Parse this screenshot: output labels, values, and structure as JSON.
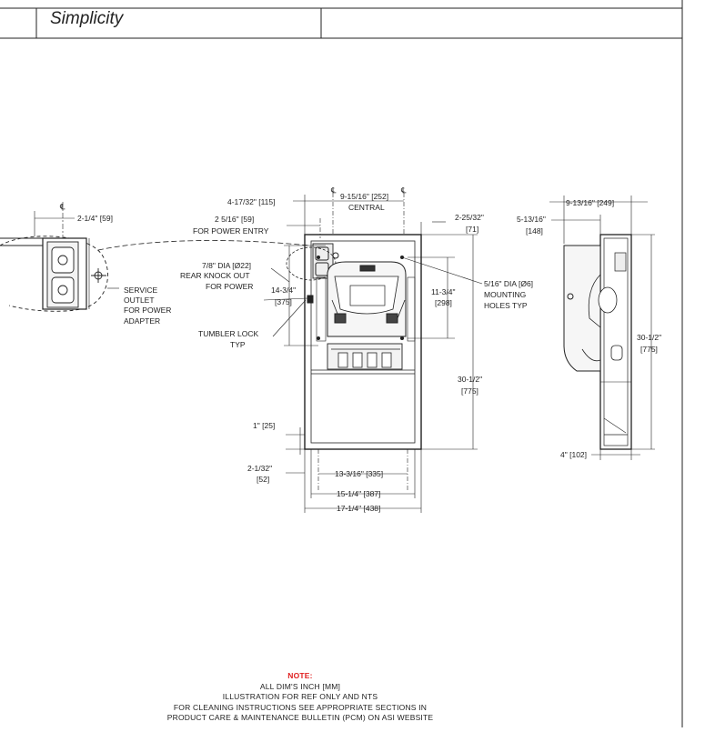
{
  "title_block": {
    "product_name": "Simplicity"
  },
  "dimensions": {
    "d_4_17_32": "4-17/32\" [115]",
    "d_9_15_16": "9-15/16\" [252]",
    "central": "CENTRAL",
    "d_2_5_16": "2 5/16\" [59]",
    "power_entry": "FOR POWER ENTRY",
    "d_2_25_32": "2-25/32\"",
    "d_2_25_32_mm": "[71]",
    "dia_7_8_a": "7/8\" DIA [Ø22]",
    "dia_7_8_b": "REAR KNOCK OUT",
    "dia_7_8_c": "FOR POWER",
    "d_14_3_4": "14-3/4\"",
    "d_14_3_4_mm": "[375]",
    "tumbler_a": "TUMBLER LOCK",
    "tumbler_b": "TYP",
    "d_11_3_4": "11-3/4\"",
    "d_11_3_4_mm": "[298]",
    "holes_a": "5/16\" DIA [Ø6]",
    "holes_b": "MOUNTING",
    "holes_c": "HOLES TYP",
    "d_30_1_2_front": "30-1/2\"",
    "d_30_1_2_front_mm": "[775]",
    "d_1": "1\" [25]",
    "d_2_1_32": "2-1/32\"",
    "d_2_1_32_mm": "[52]",
    "d_13_3_16": "13-3/16\" [335]",
    "d_15_1_4": "15-1/4\" [387]",
    "d_17_1_4": "17-1/4\" [438]",
    "detail_2_1_4": "2-1/4\" [59]",
    "service_a": "SERVICE",
    "service_b": "OUTLET",
    "service_c": "FOR POWER",
    "service_d": "ADAPTER",
    "side_9_13_16": "9-13/16\" [249]",
    "side_5_13_16": "5-13/16\"",
    "side_5_13_16_mm": "[148]",
    "side_30_1_2": "30-1/2\"",
    "side_30_1_2_mm": "[775]",
    "side_4": "4\" [102]",
    "cl": "℄"
  },
  "note": {
    "title": "NOTE:",
    "line1": "ALL DIM'S INCH [MM]",
    "line2": "ILLUSTRATION FOR REF ONLY AND NTS",
    "line3": "FOR CLEANING INSTRUCTIONS SEE APPROPRIATE SECTIONS IN",
    "line4": "PRODUCT CARE & MAINTENANCE BULLETIN (PCM) ON ASI WEBSITE"
  }
}
